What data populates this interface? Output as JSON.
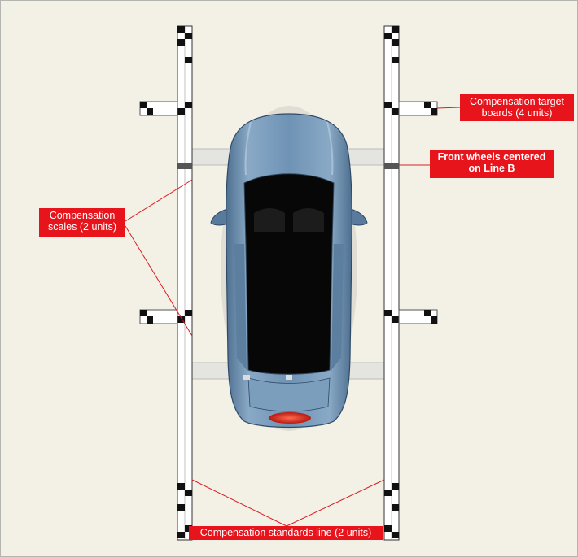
{
  "labels": {
    "target_boards": "Compensation target\nboards (4 units)",
    "front_wheels": "Front wheels centered\non Line B",
    "scales": "Compensation\nscales (2 units)",
    "standards_line": "Compensation standards line (2 units)"
  },
  "colors": {
    "background": "#f3f1e6",
    "label_bg": "#e8141c",
    "leader": "#d81e24",
    "car_body": "#6f93b5",
    "glass": "#070707",
    "tail_light": "#d42a1e",
    "board": "#ffffff",
    "marker": "#111111"
  }
}
